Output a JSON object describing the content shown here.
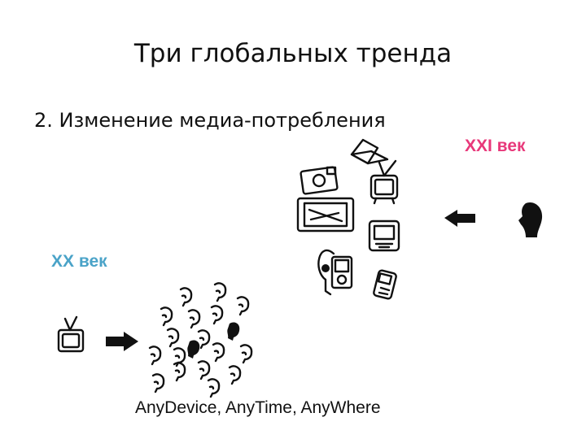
{
  "slide": {
    "title": "Три глобальных тренда",
    "subtitle": "2. Изменение медиа-потребления",
    "label_xxi": "XXI век",
    "label_xx": "XX век",
    "caption": "AnyDevice, AnyTime, AnyWhere"
  },
  "colors": {
    "xxi_label": "#e8387a",
    "xx_label": "#4aa3c8",
    "ink": "#111111"
  },
  "icons": [
    "laptop-icon",
    "camera-icon",
    "tv-icon",
    "flat-tv-icon",
    "tablet-icon",
    "media-player-icon",
    "phone-icon",
    "head-icon",
    "arrow-icon",
    "audience-crowd"
  ]
}
